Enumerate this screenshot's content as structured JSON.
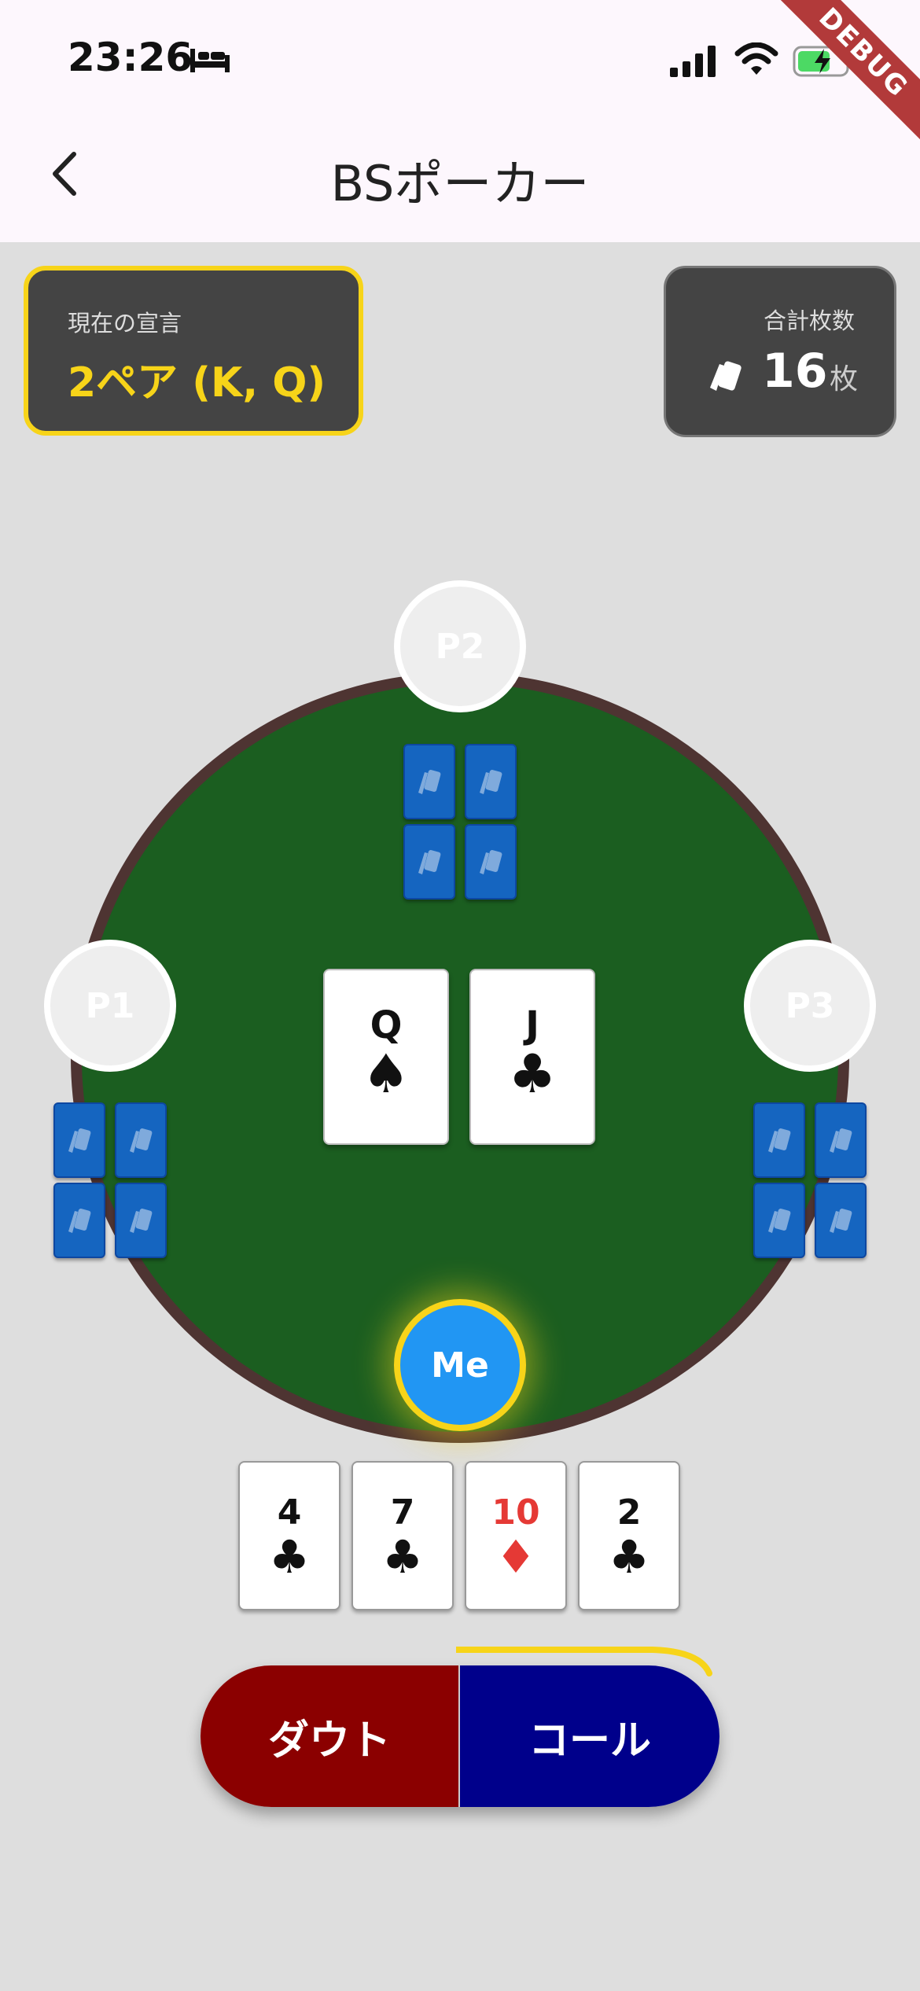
{
  "status_bar": {
    "time": "23:26"
  },
  "debug_banner": "DEBUG",
  "app_bar": {
    "title": "BSポーカー"
  },
  "declaration": {
    "label": "現在の宣言",
    "value": "2ペア (K, Q)"
  },
  "total": {
    "label": "合計枚数",
    "count": "16",
    "unit": "枚"
  },
  "players": {
    "p1": "P1",
    "p2": "P2",
    "p3": "P3",
    "me": "Me"
  },
  "center_cards": [
    {
      "rank": "Q",
      "suit": "♠"
    },
    {
      "rank": "J",
      "suit": "♣"
    }
  ],
  "hand": [
    {
      "rank": "4",
      "suit": "♣"
    },
    {
      "rank": "7",
      "suit": "♣"
    },
    {
      "rank": "10",
      "suit": "♦"
    },
    {
      "rank": "2",
      "suit": "♣"
    }
  ],
  "actions": {
    "doubt": "ダウト",
    "call": "コール"
  },
  "colors": {
    "accent": "#f7d419",
    "table": "#1b5e20",
    "doubt": "#8b0000",
    "call": "#00008b",
    "me": "#2196f3"
  }
}
